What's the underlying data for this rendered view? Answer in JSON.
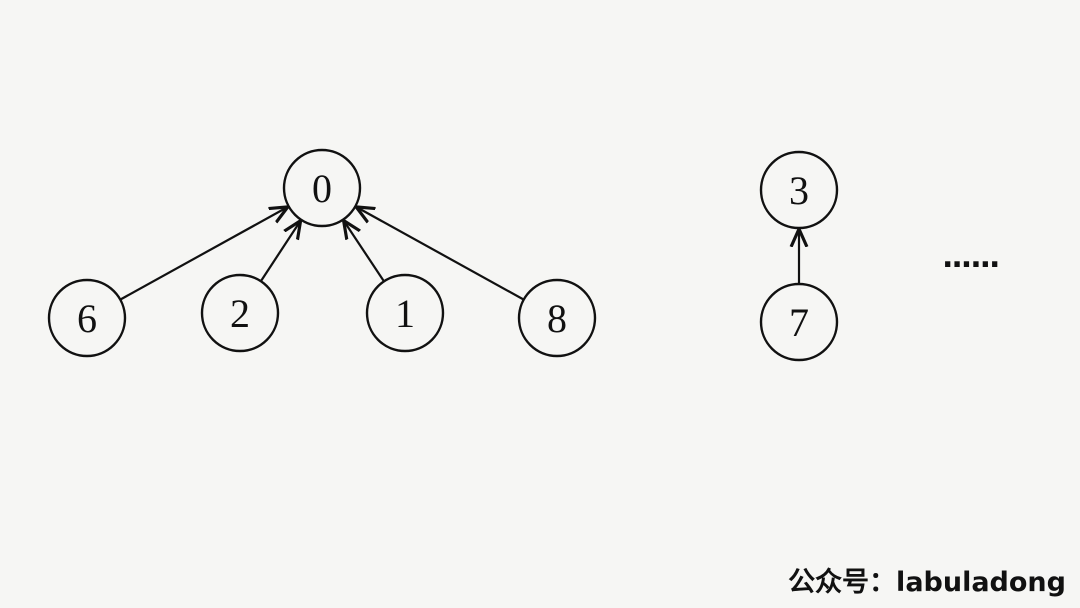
{
  "nodes": [
    {
      "id": "0",
      "label": "0"
    },
    {
      "id": "6",
      "label": "6"
    },
    {
      "id": "2",
      "label": "2"
    },
    {
      "id": "1",
      "label": "1"
    },
    {
      "id": "8",
      "label": "8"
    },
    {
      "id": "3",
      "label": "3"
    },
    {
      "id": "7",
      "label": "7"
    }
  ],
  "edges": [
    {
      "from": "6",
      "to": "0"
    },
    {
      "from": "2",
      "to": "0"
    },
    {
      "from": "1",
      "to": "0"
    },
    {
      "from": "8",
      "to": "0"
    },
    {
      "from": "7",
      "to": "3"
    }
  ],
  "ellipsis": "......",
  "watermark": "公众号：labuladong"
}
